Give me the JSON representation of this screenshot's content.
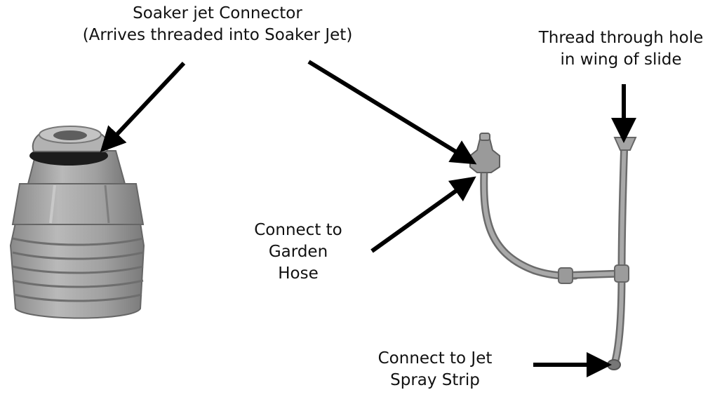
{
  "labels": {
    "connector": {
      "line1": "Soaker jet Connector",
      "line2": "(Arrives threaded into Soaker Jet)"
    },
    "thread": {
      "line1": "Thread through hole",
      "line2": "in wing of slide"
    },
    "garden_hose": {
      "line1": "Connect to",
      "line2": "Garden",
      "line3": "Hose"
    },
    "jet_strip": {
      "line1": "Connect to Jet",
      "line2": "Spray Strip"
    }
  },
  "colors": {
    "arrow": "#000000",
    "part_body": "#9a9a9a",
    "part_dark": "#6e6e6e",
    "part_light": "#bdbdbd",
    "tube": "#8c8c8c"
  }
}
